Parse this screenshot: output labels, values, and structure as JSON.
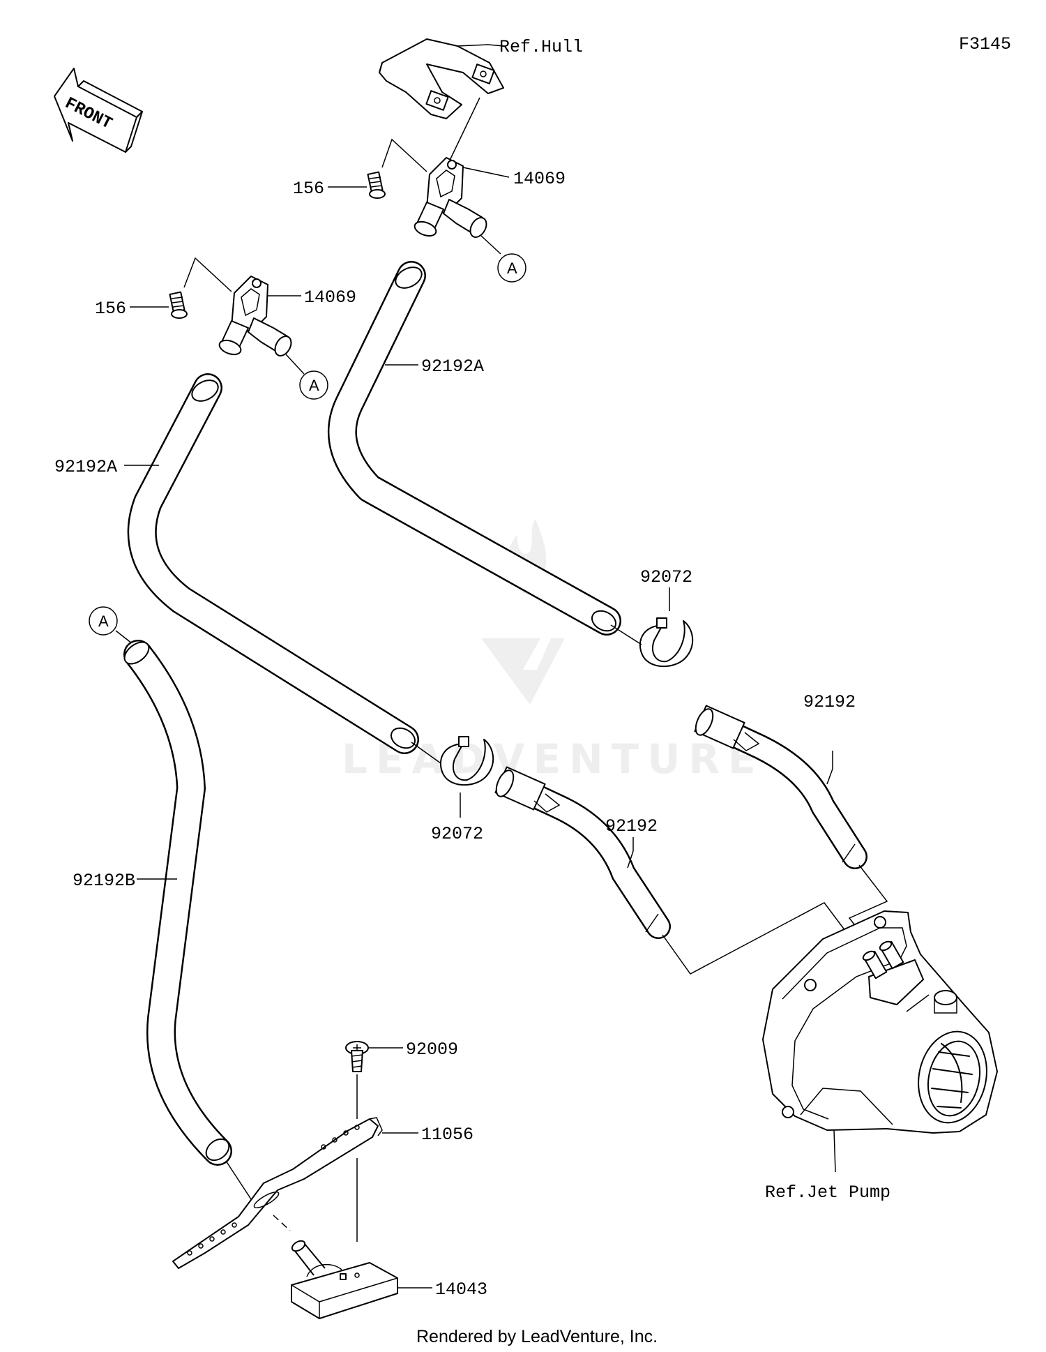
{
  "figure_number": "F3145",
  "front_marker": "FRONT",
  "watermark": "LEADVENTURE",
  "footer": "Rendered by LeadVenture, Inc.",
  "ref_marker": "A",
  "references": {
    "hull": "Ref.Hull",
    "jet_pump": "Ref.Jet Pump"
  },
  "parts": {
    "bolt_upper": "156",
    "bolt_lower": "156",
    "fitting_upper": "14069",
    "fitting_lower": "14069",
    "hose_a_right": "92192A",
    "hose_a_left": "92192A",
    "clamp_upper": "92072",
    "clamp_lower": "92072",
    "hose_upper": "92192",
    "hose_lower": "92192",
    "hose_b": "92192B",
    "screw": "92009",
    "bracket": "11056",
    "strainer": "14043"
  }
}
